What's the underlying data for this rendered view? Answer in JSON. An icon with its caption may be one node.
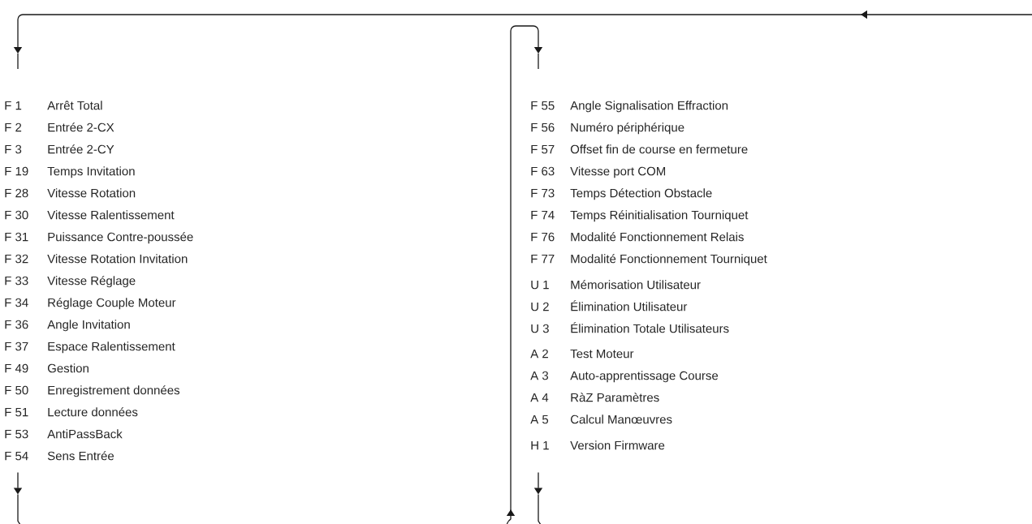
{
  "diagram": {
    "nodes": [
      {
        "text": [
          "F 1",
          "Arrêt Total",
          "F 2",
          "Entrée 2-CX",
          "F 3",
          "Entrée 2-CY",
          "F 19",
          "Temps Invitation",
          "F 28",
          "Vitesse Rotation",
          "F 30",
          "Vitesse Ralentissement",
          "F 31",
          "Puissance Contre-poussée",
          "F 32",
          "Vitesse Rotation Invitation",
          "F 33",
          "Vitesse Réglage",
          "F 34",
          "Réglage Couple Moteur",
          "F 36",
          "Angle Invitation",
          "F 37",
          "Espace Ralentissement",
          "F 49",
          "Gestion",
          "F 50",
          "Enregistrement données",
          "F 51",
          "Lecture données",
          "F 53",
          "AntiPassBack",
          "F 54",
          "Sens Entrée"
        ]
      },
      {
        "text": [
          "F 55",
          "Angle Signalisation Effraction",
          "F 56",
          "Numéro périphérique",
          "F 57",
          "Offset fin de course en fermeture",
          "F 63",
          "Vitesse port COM",
          "F 73",
          "Temps Détection Obstacle",
          "F 74",
          "Temps Réinitialisation Tourniquet",
          "F 76",
          "Modalité Fonctionnement Relais",
          "F 77",
          "Modalité Fonctionnement Tourniquet"
        ]
      },
      {
        "text": [
          "U 1",
          "Mémorisation Utilisateur",
          "U 2",
          "Élimination Utilisateur",
          "U 3",
          "Élimination Totale Utilisateurs"
        ]
      },
      {
        "text": [
          "A 2",
          "Test Moteur",
          "A 3",
          "Auto-apprentissage Course",
          "A 4",
          "RàZ Paramètres",
          "A 5",
          "Calcul Manœuvres"
        ]
      },
      {
        "text": [
          "H 1",
          "Version Firmware"
        ]
      }
    ],
    "edges": [
      {
        "from": null,
        "to": 0,
        "arrow": "to"
      },
      {
        "from": 0,
        "to": null,
        "arrow": "to"
      },
      {
        "from": null,
        "to": 1,
        "arrow": "to"
      },
      {
        "from": 4,
        "to": null,
        "arrow": "to"
      }
    ]
  }
}
